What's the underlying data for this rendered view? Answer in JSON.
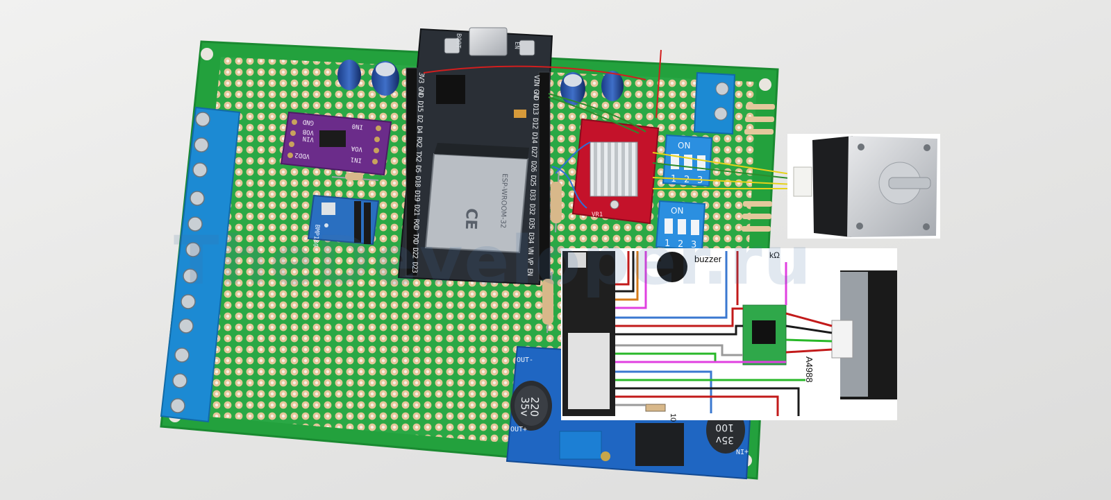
{
  "photo": {
    "description_free": true,
    "watermark_text": "TheDeveloper.ru"
  },
  "esp32_board": {
    "buttons": [
      "BOOT",
      "EN"
    ],
    "pin_labels_left": "3V3 GND D15 D2 D4 RX2 TX2 D5 D18 D19 D21 RXD TXD D22 D23",
    "pin_labels_right": "VIN GND D13 D12 D14 D27 D26 D25 D33 D32 D35 D34 VN VP EN",
    "module_brand": "ESP-WROOM-32"
  },
  "sensor_modules": {
    "current_sensor_pins": [
      "GND",
      "VIN",
      "VDD2",
      "IN0",
      "IN1",
      "VOA",
      "VOB"
    ],
    "pressure_sensor_label": "BMP180"
  },
  "driver": {
    "label_vr": "VR1"
  },
  "dip_switches": {
    "label": "ON",
    "numbers": [
      "1",
      "2",
      "3"
    ]
  },
  "regulator": {
    "cap_value": "220",
    "cap_voltage": "35v",
    "out_minus": "OUT-",
    "out_plus": "OUT+",
    "in_plus": "+IN",
    "cap2_value": "100",
    "cap2_voltage": "35v"
  },
  "schematic": {
    "buzzer_label": "buzzer",
    "driver_label": "A4988",
    "resistor_label_top": "kΩ",
    "resistor_label_bottom": "10"
  },
  "colors": {
    "pcb_green": "#24a53f",
    "terminal_blue": "#1e8fd6",
    "driver_red": "#c4122a",
    "sensor_purple": "#6b2c8a",
    "sensor_blue": "#2a6fc0"
  }
}
